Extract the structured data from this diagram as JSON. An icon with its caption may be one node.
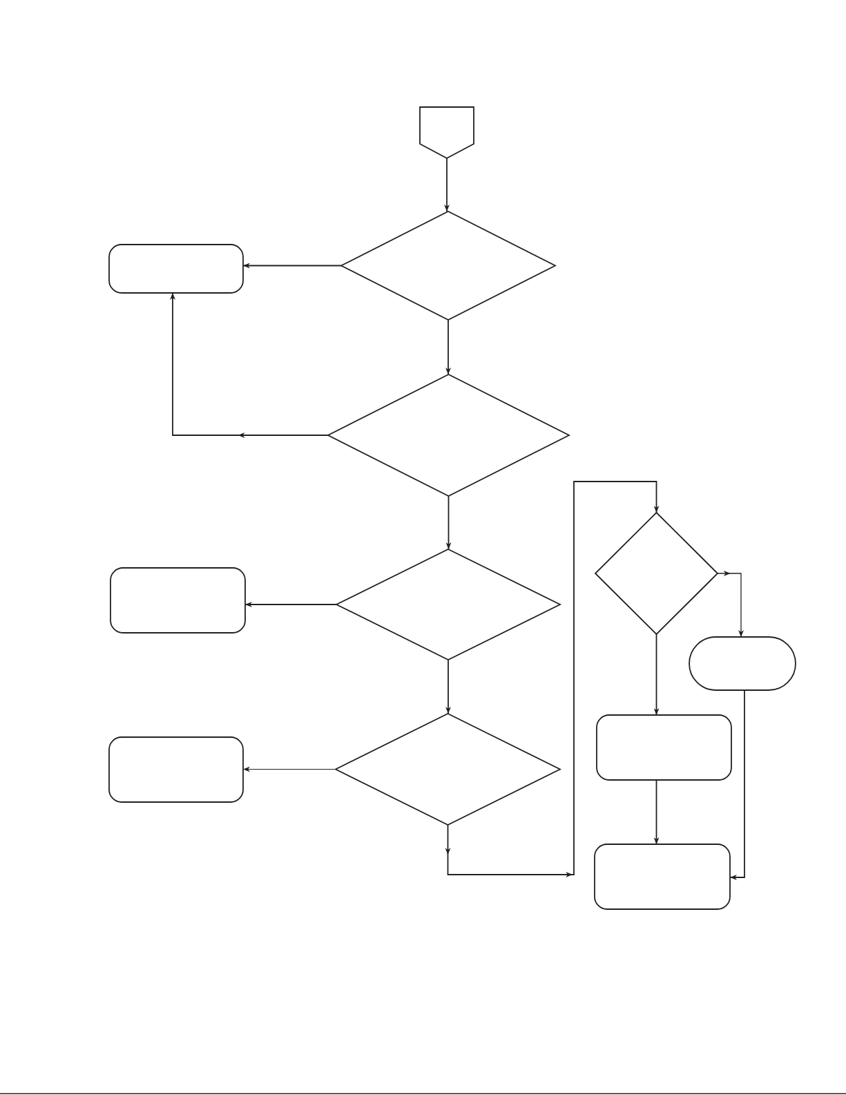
{
  "diagram": {
    "nodes": [
      {
        "text": [],
        "shape": "pentagon"
      },
      {
        "text": [],
        "shape": "box"
      },
      {
        "text": [],
        "shape": "diamond"
      },
      {
        "text": [],
        "shape": "diamond"
      },
      {
        "text": [],
        "shape": "box"
      },
      {
        "text": [],
        "shape": "diamond"
      },
      {
        "text": [],
        "shape": "diamond"
      },
      {
        "text": [],
        "shape": "box"
      },
      {
        "text": [],
        "shape": "diamond"
      },
      {
        "text": [],
        "shape": "stadium"
      },
      {
        "text": [],
        "shape": "box"
      },
      {
        "text": [],
        "shape": "box"
      }
    ],
    "edges": [
      {
        "from": 0,
        "to": 2,
        "arrow": "to"
      },
      {
        "from": 2,
        "to": 1,
        "arrow": "to"
      },
      {
        "from": 2,
        "to": 3,
        "arrow": "to"
      },
      {
        "from": 3,
        "to": 1,
        "arrow": "to"
      },
      {
        "from": 3,
        "to": 5,
        "arrow": "to"
      },
      {
        "from": 5,
        "to": 4,
        "arrow": "to"
      },
      {
        "from": 5,
        "to": 6,
        "arrow": "to"
      },
      {
        "from": 6,
        "to": 7,
        "arrow": "to"
      },
      {
        "from": 6,
        "to": 8,
        "arrow": "to"
      },
      {
        "from": 8,
        "to": 9,
        "arrow": "to"
      },
      {
        "from": 8,
        "to": 10,
        "arrow": "to"
      },
      {
        "from": 10,
        "to": 11,
        "arrow": "to"
      },
      {
        "from": 9,
        "to": 11,
        "arrow": "to"
      }
    ]
  }
}
